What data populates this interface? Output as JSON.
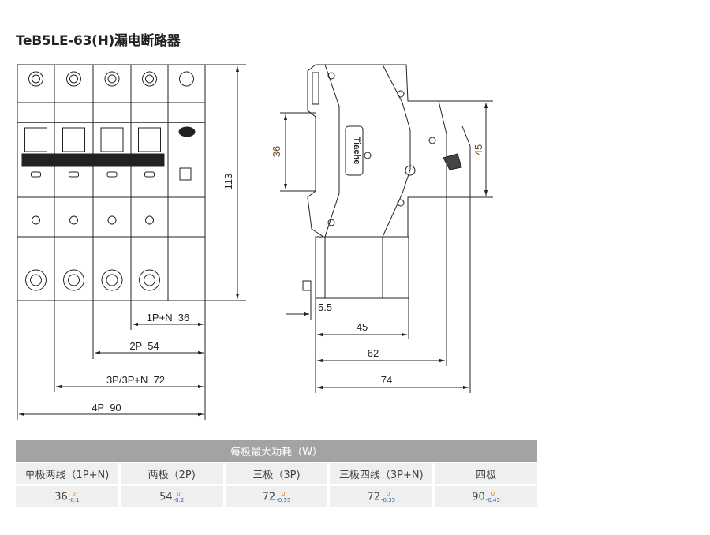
{
  "title": "TeB5LE-63(H)漏电断路器",
  "drawing": {
    "front": {
      "height_label": "113",
      "widths": [
        {
          "label": "1P+N  36"
        },
        {
          "label": "2P  54"
        },
        {
          "label": "3P/3P+N  72"
        },
        {
          "label": "4P  90"
        }
      ]
    },
    "side": {
      "rail_label": "36",
      "face_label": "45",
      "offset_label": "5.5",
      "depths": [
        {
          "label": "45"
        },
        {
          "label": "62"
        },
        {
          "label": "74"
        }
      ],
      "logo": "Tiache"
    }
  },
  "table": {
    "header": "每极最大功耗（W）",
    "columns": [
      "单极两线（1P+N)",
      "两极（2P)",
      "三极（3P)",
      "三极四线（3P+N)",
      "四极"
    ],
    "values": [
      {
        "base": "36",
        "upper": "0",
        "lower": "-0.1"
      },
      {
        "base": "54",
        "upper": "0",
        "lower": "-0.2"
      },
      {
        "base": "72",
        "upper": "0",
        "lower": "-0.35"
      },
      {
        "base": "72",
        "upper": "0",
        "lower": "-0.35"
      },
      {
        "base": "90",
        "upper": "0",
        "lower": "-0.45"
      }
    ]
  },
  "colors": {
    "header_bg": "#a3a3a3",
    "cell_bg": "#efefef",
    "tol_upper": "#e07a00",
    "tol_lower": "#2a5fb8"
  }
}
